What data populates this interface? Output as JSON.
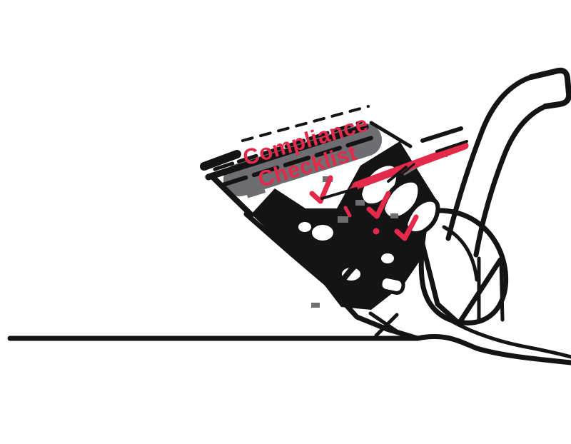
{
  "illustration": {
    "alt": "Continuous line drawing of a hand holding a red pen ticking items on a compliance checklist",
    "title_line1": "Compliance",
    "title_line2": "Checklist",
    "checkmark_count": 3
  },
  "colors": {
    "ink": "#141415",
    "accent_red": "#e32a4b",
    "paper": "#ffffff",
    "smudge_gray": "#6e6e72"
  }
}
